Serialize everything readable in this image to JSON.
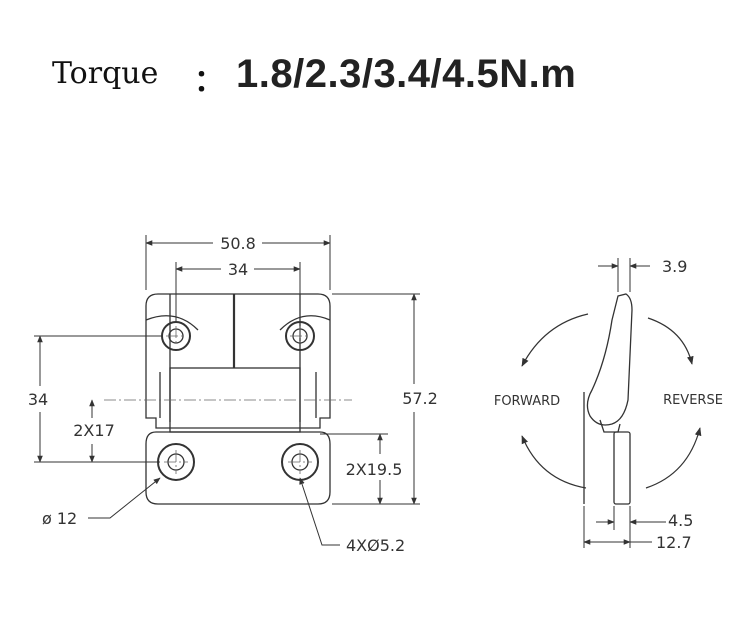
{
  "title": {
    "label": "Torque",
    "colon": "：",
    "value": "1.8/2.3/3.4/4.5N.m"
  },
  "front_view": {
    "overall_width": "50.8",
    "hole_spacing_top": "34",
    "hole_spacing_left": "34",
    "overall_height": "57.2",
    "half_height_left": "2X17",
    "half_height_right": "2X19.5",
    "boss_diameter": "ø 12",
    "hole_diameter": "4XØ5.2"
  },
  "side_view": {
    "top_thickness": "3.9",
    "bottom_thickness": "4.5",
    "total_depth": "12.7",
    "forward_label": "FORWARD",
    "reverse_label": "REVERSE"
  }
}
